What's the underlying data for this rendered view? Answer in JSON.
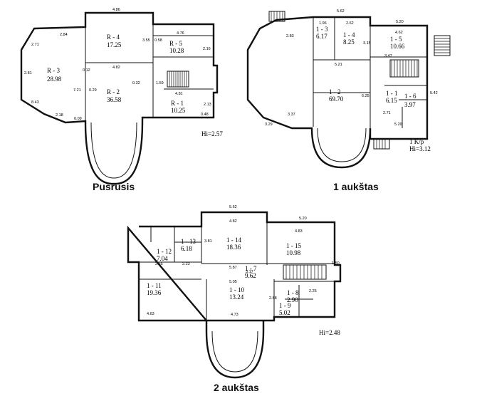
{
  "floors": {
    "basement": {
      "label": "Pusrūsis",
      "hi": "Hi=2.57",
      "rooms": [
        {
          "code": "R - 4",
          "area": "17.25"
        },
        {
          "code": "R - 5",
          "area": "10.28"
        },
        {
          "code": "R - 3",
          "area": "28.98"
        },
        {
          "code": "R - 2",
          "area": "36.58"
        },
        {
          "code": "R - 1",
          "area": "10.25"
        }
      ],
      "dims": [
        "4.86",
        "2.84",
        "3.55",
        "0.58",
        "4.76",
        "2.16",
        "2.71",
        "7.21",
        "2.81",
        "0.12",
        "4.82",
        "0.29",
        "0.32",
        "1.59",
        "4.81",
        "2.13",
        "8.43",
        "2.18",
        "0.09",
        "0.48"
      ]
    },
    "first": {
      "label": "1 aukštas",
      "hi": "Hi=3.12",
      "stair_note": "1 K/p",
      "rooms": [
        {
          "code": "1 - 3",
          "area": "6.17"
        },
        {
          "code": "1 - 4",
          "area": "8.25"
        },
        {
          "code": "1 - 5",
          "area": "10.66"
        },
        {
          "code": "1 - 2",
          "area": "69.70"
        },
        {
          "code": "1 - 1",
          "area": "6.15"
        },
        {
          "code": "1 - 6",
          "area": "3.97"
        }
      ],
      "dims": [
        "5.62",
        "1.96",
        "2.62",
        "5.20",
        "2.83",
        "4.62",
        "3.15",
        "3.47",
        "5.21",
        "3.37",
        "3.29",
        "2.71",
        "5.20",
        "6.25",
        "5.42"
      ]
    },
    "second": {
      "label": "2 aukštas",
      "hi": "Hi=2.48",
      "rooms": [
        {
          "code": "1 - 14",
          "area": "18.36"
        },
        {
          "code": "1 - 15",
          "area": "10.98"
        },
        {
          "code": "1 - 12",
          "area": "7.04"
        },
        {
          "code": "1 - 13",
          "area": "6.18"
        },
        {
          "code": "1 - 7",
          "area": "9.62"
        },
        {
          "code": "1 - 11",
          "area": "19.36"
        },
        {
          "code": "1 - 10",
          "area": "13.24"
        },
        {
          "code": "1 - 8",
          "area": "2.90"
        },
        {
          "code": "1 - 9",
          "area": "5.02"
        }
      ],
      "dims": [
        "5.62",
        "4.82",
        "5.20",
        "4.83",
        "2.55",
        "2.23",
        "5.87",
        "5.05",
        "1.50",
        "4.63",
        "4.73",
        "2.25",
        "3.17",
        "2.88",
        "3.81"
      ]
    }
  }
}
